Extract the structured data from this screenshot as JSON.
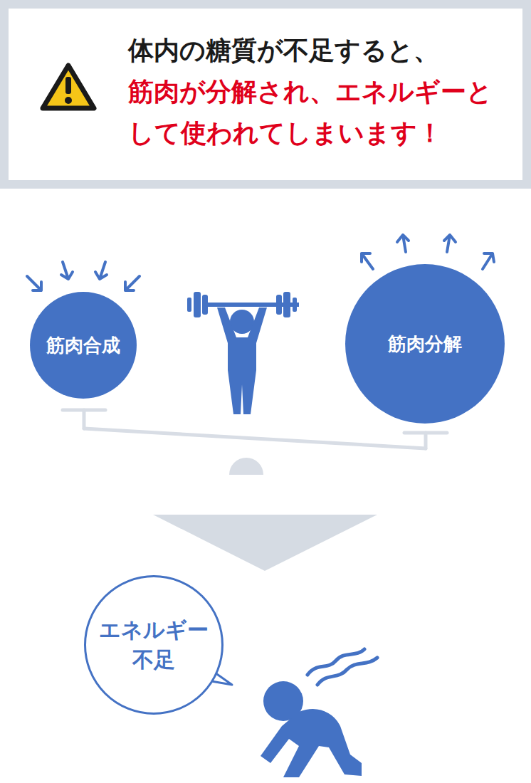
{
  "diagram": {
    "nodes": [
      {
        "text": [
          "体内の糖質が不足すると、",
          "筋肉が分解され、エネルギーとして使われてしまいます！"
        ]
      },
      {
        "text": [
          "筋肉合成"
        ]
      },
      {
        "text": [
          "筋肉分解"
        ]
      },
      {
        "text": [
          "エネルギー 不足"
        ]
      }
    ]
  }
}
